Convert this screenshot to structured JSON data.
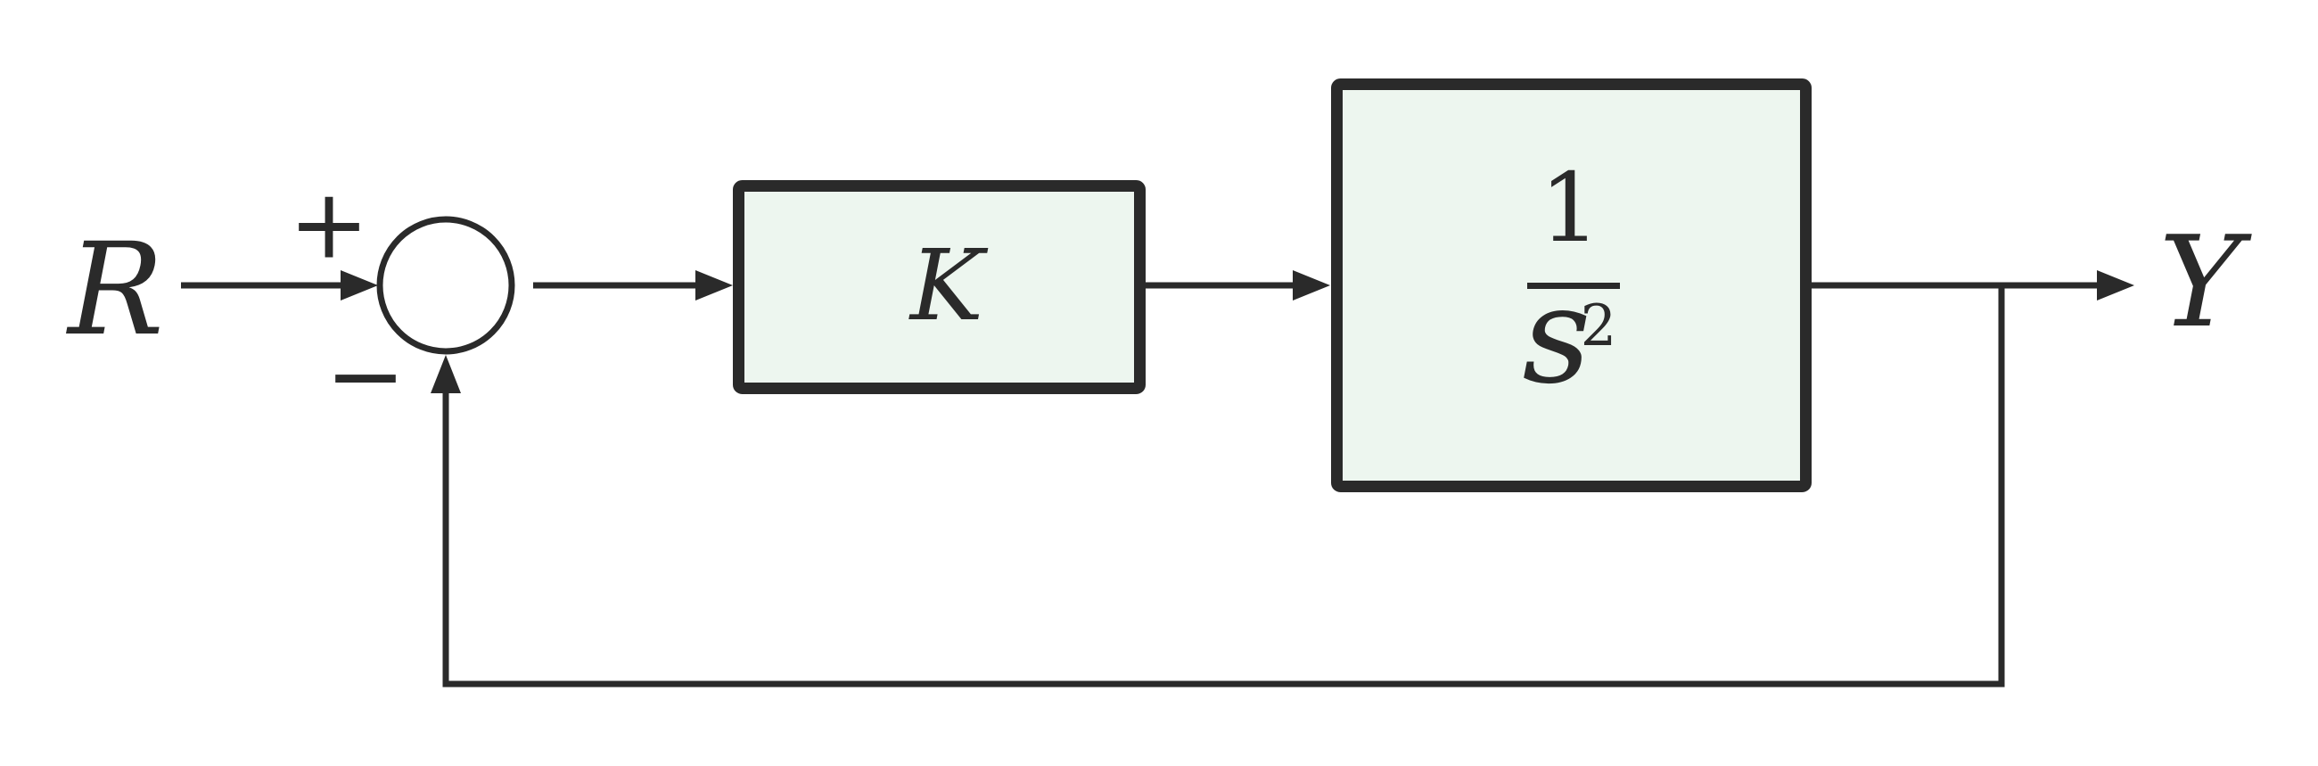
{
  "diagram": {
    "kind": "feedback-control-block-diagram",
    "colors": {
      "background": "#ffffff",
      "line": "#2a2a2a",
      "block_fill": "#edf6ef"
    },
    "labels": {
      "input": "R",
      "output": "Y",
      "summing_plus": "+",
      "summing_minus": "−",
      "gain": "K",
      "plant_numerator": "1",
      "plant_denominator_base": "s",
      "plant_denominator_exponent": "2"
    },
    "nodes": [
      {
        "id": "input",
        "type": "signal",
        "label": "R"
      },
      {
        "id": "sum",
        "type": "summing-junction",
        "signs": [
          "+",
          "−"
        ]
      },
      {
        "id": "gain",
        "type": "block",
        "label": "K"
      },
      {
        "id": "plant",
        "type": "block",
        "label": "1/s^2"
      },
      {
        "id": "output",
        "type": "signal",
        "label": "Y"
      }
    ],
    "connections": [
      {
        "from": "input",
        "to": "sum",
        "sign": "+"
      },
      {
        "from": "sum",
        "to": "gain"
      },
      {
        "from": "gain",
        "to": "plant"
      },
      {
        "from": "plant",
        "to": "output"
      },
      {
        "from": "output",
        "to": "sum",
        "sign": "−",
        "path": "feedback"
      }
    ]
  }
}
